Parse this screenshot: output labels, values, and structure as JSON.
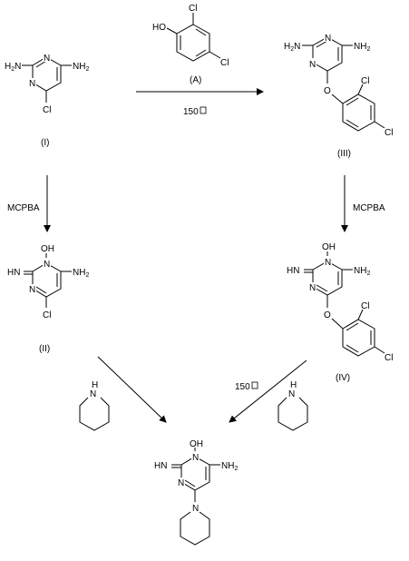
{
  "diagram": {
    "compound_labels": {
      "I": "(I)",
      "II": "(II)",
      "III": "(III)",
      "IV": "(IV)",
      "A": "(A)"
    },
    "reagents": {
      "top_condition": "150",
      "mcpba_left": "MCPBA",
      "mcpba_right": "MCPBA",
      "bottom_condition": "150"
    },
    "atoms": {
      "oh": "OH",
      "ho": "HO",
      "h2n": "H2N",
      "nh2": "NH2",
      "hn": "HN",
      "nh": "NH",
      "n": "N",
      "o": "O",
      "cl": "Cl"
    }
  }
}
